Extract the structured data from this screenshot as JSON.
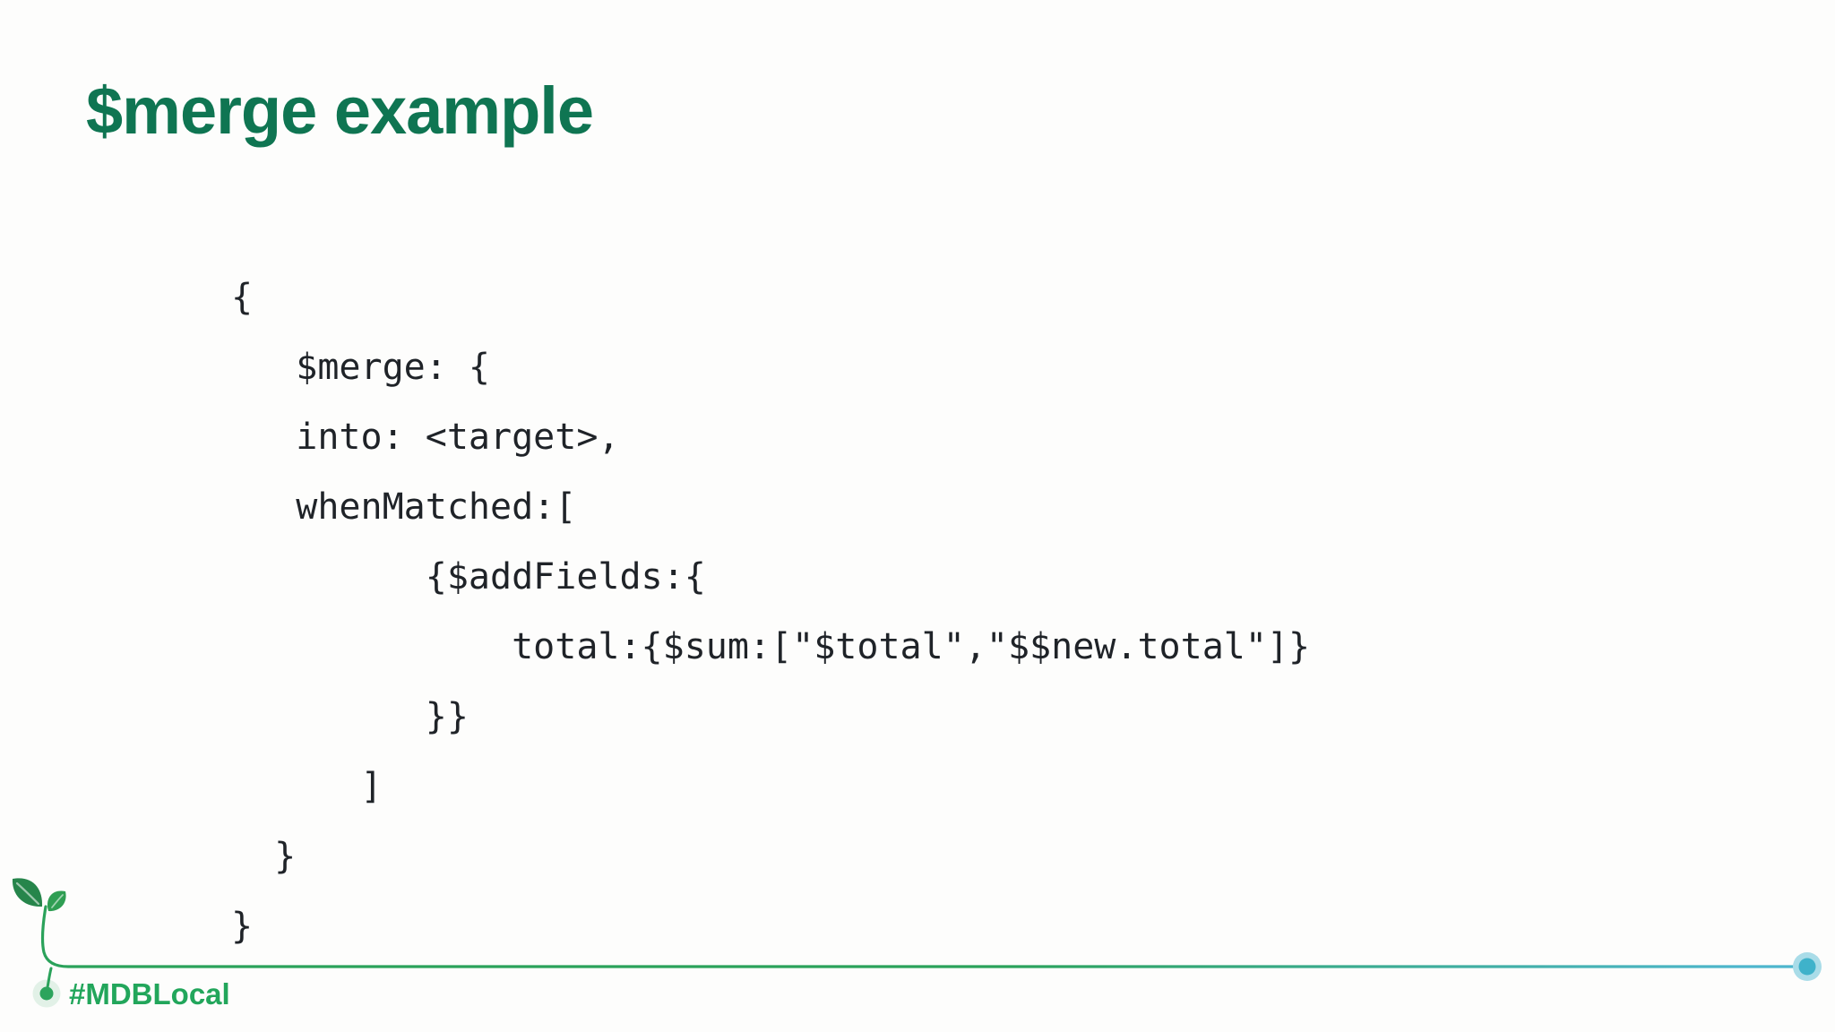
{
  "slide": {
    "title": "$merge example",
    "hashtag": "#MDBLocal"
  },
  "code": {
    "lines": [
      "{",
      "   $merge: {",
      "   into: <target>,",
      "   whenMatched:[",
      "         {$addFields:{",
      "             total:{$sum:[\"$total\",\"$$new.total\"]}",
      "         }}",
      "      ]",
      "  }",
      "}"
    ]
  },
  "icons": {
    "sprout": "sprout-icon",
    "line_end": "line-end-dot"
  },
  "colors": {
    "background": "#FDFDFC",
    "title-green": "#0F7552",
    "code-text": "#1F2328",
    "hashtag-green": "#22A65B",
    "stem-green": "#2AA25A",
    "leaf-dark-green": "#26854B",
    "leaf-light-green": "#2F9E53",
    "dot-green": "#2CA45C",
    "line-green": "#2AA25A",
    "line-teal": "#4DB6CD",
    "end-dot-teal": "#3FB2CA",
    "end-dot-halo": "#A9DCE8"
  }
}
